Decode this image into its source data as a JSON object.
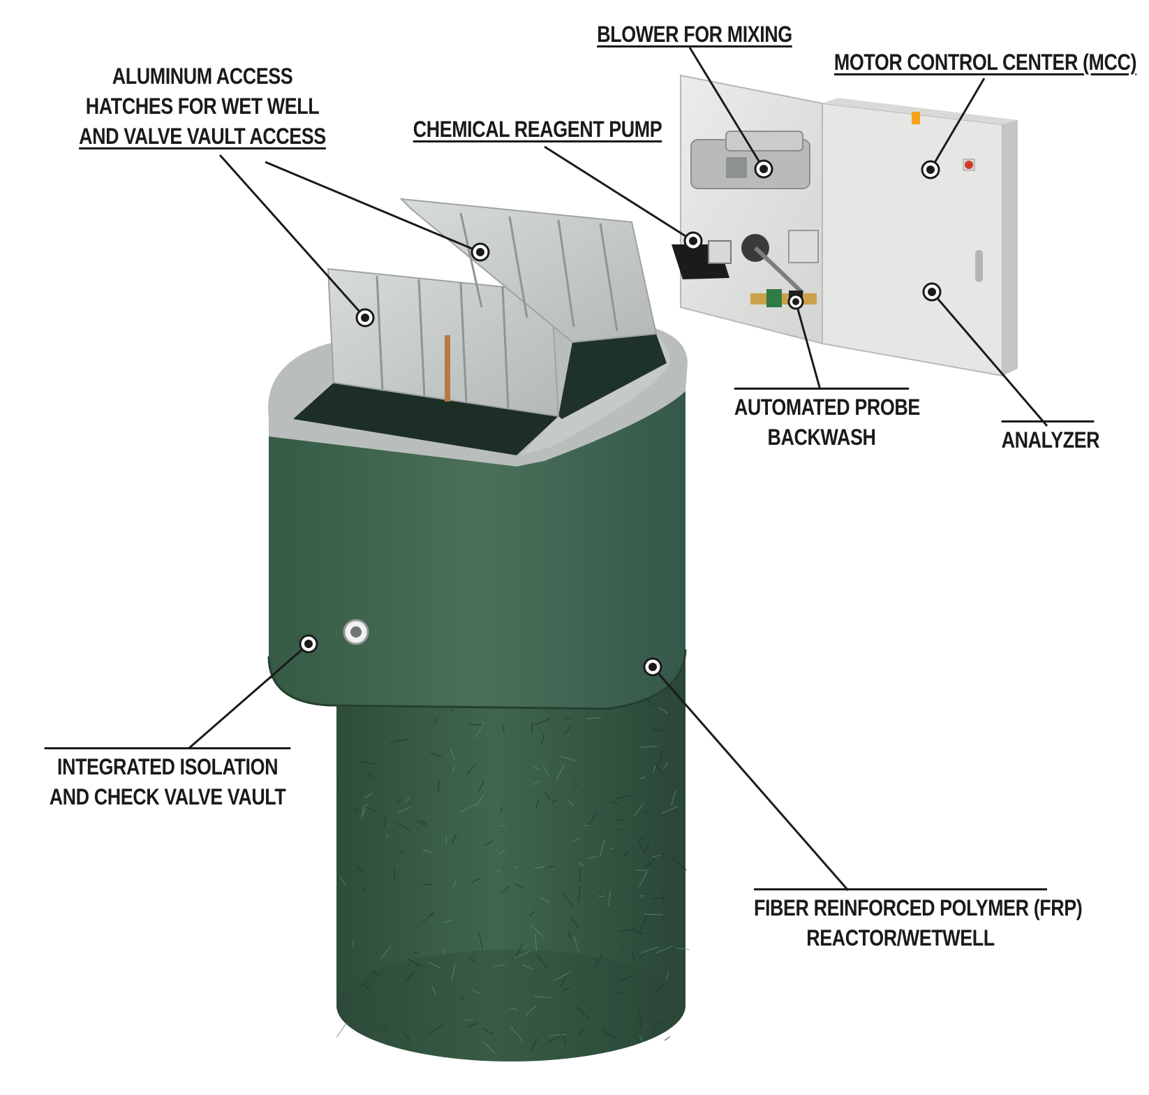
{
  "labels": {
    "aluminum_hatches": [
      "ALUMINUM ACCESS",
      "HATCHES FOR WET WELL",
      "AND VALVE VAULT ACCESS"
    ],
    "blower": "BLOWER FOR MIXING",
    "mcc": "MOTOR CONTROL CENTER (MCC)",
    "reagent_pump": "CHEMICAL REAGENT PUMP",
    "probe_backwash": [
      "AUTOMATED PROBE",
      "BACKWASH"
    ],
    "analyzer": "ANALYZER",
    "valve_vault": [
      "INTEGRATED ISOLATION",
      "AND CHECK VALVE VAULT"
    ],
    "frp_reactor": [
      "FIBER REINFORCED POLYMER (FRP)",
      "REACTOR/WETWELL"
    ]
  },
  "colors": {
    "frp_green": "#3a5c48",
    "frp_green_dark": "#25402f",
    "frp_green_light": "#4d7560",
    "aluminum": "#c9cccb",
    "panel": "#e3e4e1",
    "leader": "#1a1a1a"
  }
}
